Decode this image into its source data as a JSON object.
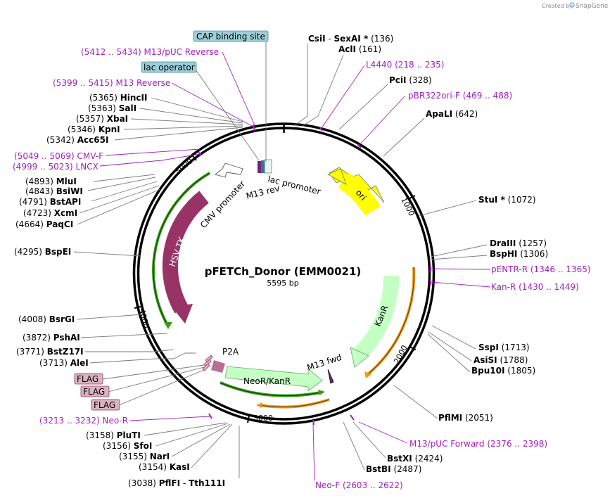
{
  "credit": {
    "prefix": "Created by",
    "brand": "SnapGene"
  },
  "plasmid": {
    "name": "pFETCh_Donor (EMM0021)",
    "size_label": "5595 bp",
    "length": 5595
  },
  "tick_labels": [
    "1000",
    "2000",
    "3000",
    "4000",
    "5000"
  ],
  "colors": {
    "backbone": "#000000",
    "ori": "#ffff00",
    "kanr": "#c4ffc4",
    "neor": "#c4ffc4",
    "hsvtk": "#993366",
    "cmv": "#ffffff",
    "primer": "#a020c0",
    "misc_box": "#9ccfd8",
    "flag_box": "#d9b3c0",
    "orf_green": "#3a9a1a",
    "orf_orange": "#e89a20"
  },
  "enzymes": [
    {
      "name": "CsiI",
      "extra": "SexAI *",
      "pos": "(136)"
    },
    {
      "name": "AclI",
      "pos": "(161)"
    },
    {
      "name": "PciI",
      "pos": "(328)"
    },
    {
      "name": "ApaLI",
      "pos": "(642)"
    },
    {
      "name": "StuI *",
      "pos": "(1072)"
    },
    {
      "name": "DraIII",
      "pos": "(1257)"
    },
    {
      "name": "BspHI",
      "pos": "(1306)"
    },
    {
      "name": "SspI",
      "pos": "(1713)"
    },
    {
      "name": "AsiSI",
      "pos": "(1788)"
    },
    {
      "name": "Bpu10I",
      "pos": "(1805)"
    },
    {
      "name": "PflMI",
      "pos": "(2051)"
    },
    {
      "name": "BstXI",
      "pos": "(2424)"
    },
    {
      "name": "BstBI",
      "pos": "(2487)"
    },
    {
      "name": "PflFI",
      "extra": "Tth111I",
      "pos": "(3038)"
    },
    {
      "name": "KasI",
      "pos": "(3154)"
    },
    {
      "name": "NarI",
      "pos": "(3155)"
    },
    {
      "name": "SfoI",
      "pos": "(3156)"
    },
    {
      "name": "PluTI",
      "pos": "(3158)"
    },
    {
      "name": "AleI",
      "pos": "(3713)"
    },
    {
      "name": "BstZ17I",
      "pos": "(3771)"
    },
    {
      "name": "PshAI",
      "pos": "(3872)"
    },
    {
      "name": "BsrGI",
      "pos": "(4008)"
    },
    {
      "name": "BspEI",
      "pos": "(4295)"
    },
    {
      "name": "PaqCI",
      "pos": "(4664)"
    },
    {
      "name": "XcmI",
      "pos": "(4723)"
    },
    {
      "name": "BstAPI",
      "pos": "(4791)"
    },
    {
      "name": "BsiWI",
      "pos": "(4843)"
    },
    {
      "name": "MluI",
      "pos": "(4893)"
    },
    {
      "name": "Acc65I",
      "pos": "(5342)"
    },
    {
      "name": "KpnI",
      "pos": "(5346)"
    },
    {
      "name": "XbaI",
      "pos": "(5357)"
    },
    {
      "name": "SalI",
      "pos": "(5363)"
    },
    {
      "name": "HincII",
      "pos": "(5365)"
    }
  ],
  "primers": [
    {
      "name": "L4440",
      "range": "(218 .. 235)"
    },
    {
      "name": "pBR322ori-F",
      "range": "(469 .. 488)"
    },
    {
      "name": "pENTR-R",
      "range": "(1346 .. 1365)"
    },
    {
      "name": "Kan-R",
      "range": "(1430 .. 1449)"
    },
    {
      "name": "M13/pUC Forward",
      "range": "(2376 .. 2398)"
    },
    {
      "name": "Neo-F",
      "range": "(2603 .. 2622)"
    },
    {
      "name": "Neo-R",
      "range": "(3213 .. 3232)"
    },
    {
      "name": "LNCX",
      "range": "(4999 .. 5023)"
    },
    {
      "name": "CMV-F",
      "range": "(5049 .. 5069)"
    },
    {
      "name": "M13 Reverse",
      "range": "(5399 .. 5415)"
    },
    {
      "name": "M13/pUC Reverse",
      "range": "(5412 .. 5434)"
    }
  ],
  "boxed_features": {
    "cap": "CAP binding site",
    "lacop": "lac operator",
    "flag1": "FLAG",
    "flag2": "FLAG",
    "flag3": "FLAG"
  },
  "features": {
    "ori": "ori",
    "kanr": "KanR",
    "neor": "NeoR/KanR",
    "hsvtk": "HSV TK",
    "cmv": "CMV promoter",
    "lacprom": "lac promoter",
    "m13rev": "M13 rev",
    "m13fwd": "M13 fwd",
    "p2a": "P2A"
  }
}
